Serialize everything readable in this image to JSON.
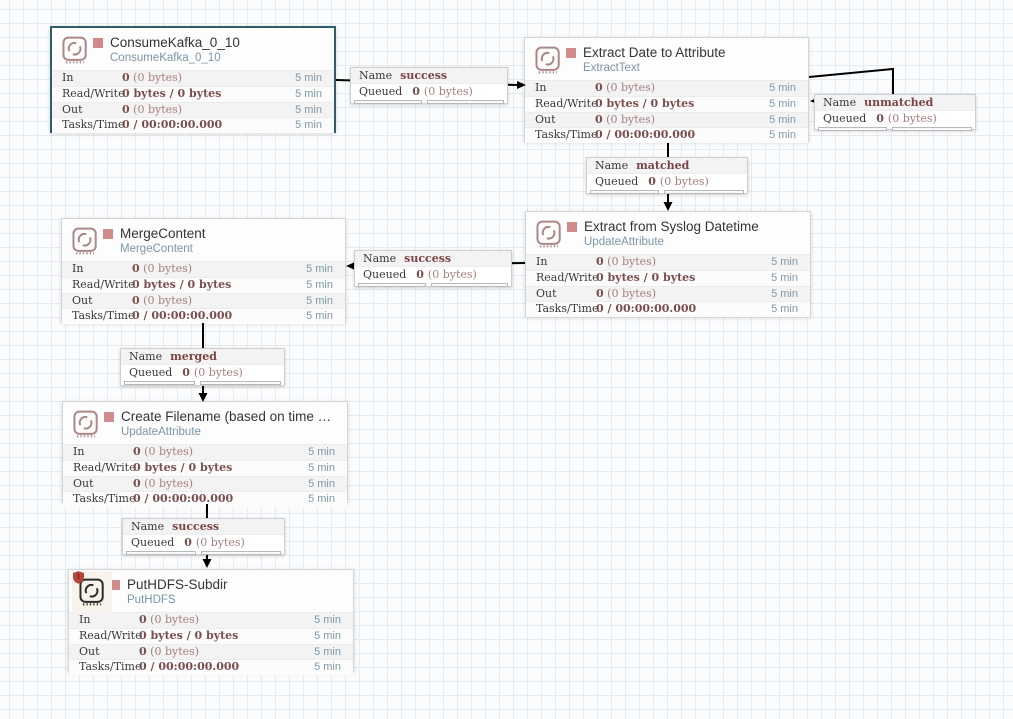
{
  "colors": {
    "selected_border": "#2e5e66",
    "stopped_indicator": "#d18b8b",
    "processor_icon_rose": "#ab8787",
    "processor_icon_dark": "#2b2b2b",
    "restricted_badge": "#b5463e",
    "value_bold": "#7b4e4e",
    "value_light": "#a87e7e",
    "time_text": "#7f99a8",
    "type_link": "#7b96a8"
  },
  "processors": [
    {
      "title": "ConsumeKafka_0_10",
      "type": "ConsumeKafka_0_10",
      "state": "stopped",
      "selected": true,
      "restricted": false,
      "icon_style": "rose",
      "rows": [
        {
          "label": "In",
          "bold": "0",
          "light": " (0 bytes)",
          "time": "5 min"
        },
        {
          "label": "Read/Write",
          "bold": "0 bytes / 0 bytes",
          "light": "",
          "time": "5 min"
        },
        {
          "label": "Out",
          "bold": "0",
          "light": " (0 bytes)",
          "time": "5 min"
        },
        {
          "label": "Tasks/Time",
          "bold": "0 / 00:00:00.000",
          "light": "",
          "time": "5 min"
        }
      ]
    },
    {
      "title": "Extract Date to Attribute",
      "type": "ExtractText",
      "state": "stopped",
      "selected": false,
      "restricted": false,
      "icon_style": "rose",
      "rows": [
        {
          "label": "In",
          "bold": "0",
          "light": " (0 bytes)",
          "time": "5 min"
        },
        {
          "label": "Read/Write",
          "bold": "0 bytes / 0 bytes",
          "light": "",
          "time": "5 min"
        },
        {
          "label": "Out",
          "bold": "0",
          "light": " (0 bytes)",
          "time": "5 min"
        },
        {
          "label": "Tasks/Time",
          "bold": "0 / 00:00:00.000",
          "light": "",
          "time": "5 min"
        }
      ]
    },
    {
      "title": "Extract from Syslog Datetime",
      "type": "UpdateAttribute",
      "state": "stopped",
      "selected": false,
      "restricted": false,
      "icon_style": "rose",
      "rows": [
        {
          "label": "In",
          "bold": "0",
          "light": " (0 bytes)",
          "time": "5 min"
        },
        {
          "label": "Read/Write",
          "bold": "0 bytes / 0 bytes",
          "light": "",
          "time": "5 min"
        },
        {
          "label": "Out",
          "bold": "0",
          "light": " (0 bytes)",
          "time": "5 min"
        },
        {
          "label": "Tasks/Time",
          "bold": "0 / 00:00:00.000",
          "light": "",
          "time": "5 min"
        }
      ]
    },
    {
      "title": "MergeContent",
      "type": "MergeContent",
      "state": "stopped",
      "selected": false,
      "restricted": false,
      "icon_style": "rose",
      "rows": [
        {
          "label": "In",
          "bold": "0",
          "light": " (0 bytes)",
          "time": "5 min"
        },
        {
          "label": "Read/Write",
          "bold": "0 bytes / 0 bytes",
          "light": "",
          "time": "5 min"
        },
        {
          "label": "Out",
          "bold": "0",
          "light": " (0 bytes)",
          "time": "5 min"
        },
        {
          "label": "Tasks/Time",
          "bold": "0 / 00:00:00.000",
          "light": "",
          "time": "5 min"
        }
      ]
    },
    {
      "title": "Create Filename (based on time …",
      "type": "UpdateAttribute",
      "state": "stopped",
      "selected": false,
      "restricted": false,
      "icon_style": "rose",
      "rows": [
        {
          "label": "In",
          "bold": "0",
          "light": " (0 bytes)",
          "time": "5 min"
        },
        {
          "label": "Read/Write",
          "bold": "0 bytes / 0 bytes",
          "light": "",
          "time": "5 min"
        },
        {
          "label": "Out",
          "bold": "0",
          "light": " (0 bytes)",
          "time": "5 min"
        },
        {
          "label": "Tasks/Time",
          "bold": "0 / 00:00:00.000",
          "light": "",
          "time": "5 min"
        }
      ]
    },
    {
      "title": "PutHDFS-Subdir",
      "type": "PutHDFS",
      "state": "stopped",
      "selected": false,
      "restricted": true,
      "icon_style": "dark",
      "rows": [
        {
          "label": "In",
          "bold": "0",
          "light": " (0 bytes)",
          "time": "5 min"
        },
        {
          "label": "Read/Write",
          "bold": "0 bytes / 0 bytes",
          "light": "",
          "time": "5 min"
        },
        {
          "label": "Out",
          "bold": "0",
          "light": " (0 bytes)",
          "time": "5 min"
        },
        {
          "label": "Tasks/Time",
          "bold": "0 / 00:00:00.000",
          "light": "",
          "time": "5 min"
        }
      ]
    }
  ],
  "connections": [
    {
      "name_label": "Name",
      "name": "success",
      "queued_label": "Queued",
      "queued_count": "0",
      "queued_size": "(0 bytes)"
    },
    {
      "name_label": "Name",
      "name": "unmatched",
      "queued_label": "Queued",
      "queued_count": "0",
      "queued_size": "(0 bytes)"
    },
    {
      "name_label": "Name",
      "name": "matched",
      "queued_label": "Queued",
      "queued_count": "0",
      "queued_size": "(0 bytes)"
    },
    {
      "name_label": "Name",
      "name": "success",
      "queued_label": "Queued",
      "queued_count": "0",
      "queued_size": "(0 bytes)"
    },
    {
      "name_label": "Name",
      "name": "merged",
      "queued_label": "Queued",
      "queued_count": "0",
      "queued_size": "(0 bytes)"
    },
    {
      "name_label": "Name",
      "name": "success",
      "queued_label": "Queued",
      "queued_count": "0",
      "queued_size": "(0 bytes)"
    }
  ]
}
